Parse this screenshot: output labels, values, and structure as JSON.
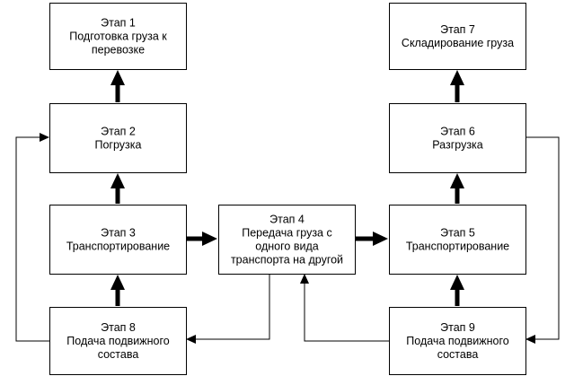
{
  "stages": [
    {
      "id": "s1",
      "lines": [
        "Этап 1",
        "Подготовка груза к",
        "перевозке"
      ]
    },
    {
      "id": "s2",
      "lines": [
        "Этап 2",
        "Погрузка"
      ]
    },
    {
      "id": "s3",
      "lines": [
        "Этап 3",
        "Транспортирование"
      ]
    },
    {
      "id": "s4",
      "lines": [
        "Этап 4",
        "Передача груза с",
        "одного вида",
        "транспорта на другой"
      ]
    },
    {
      "id": "s5",
      "lines": [
        "Этап 5",
        "Транспортирование"
      ]
    },
    {
      "id": "s6",
      "lines": [
        "Этап 6",
        "Разгрузка"
      ]
    },
    {
      "id": "s7",
      "lines": [
        "Этап 7",
        "Складирование груза"
      ]
    },
    {
      "id": "s8",
      "lines": [
        "Этап 8",
        "Подача подвижного",
        "состава"
      ]
    },
    {
      "id": "s9",
      "lines": [
        "Этап 9",
        "Подача подвижного",
        "состава"
      ]
    }
  ],
  "connections": [
    {
      "from": "s2",
      "to": "s1",
      "style": "thick"
    },
    {
      "from": "s3",
      "to": "s2",
      "style": "thick"
    },
    {
      "from": "s8",
      "to": "s3",
      "style": "thick"
    },
    {
      "from": "s3",
      "to": "s4",
      "style": "thick"
    },
    {
      "from": "s4",
      "to": "s5",
      "style": "thick"
    },
    {
      "from": "s5",
      "to": "s6",
      "style": "thick"
    },
    {
      "from": "s6",
      "to": "s7",
      "style": "thick"
    },
    {
      "from": "s9",
      "to": "s5",
      "style": "thick"
    },
    {
      "from": "s8",
      "to": "s2",
      "style": "thin"
    },
    {
      "from": "s4",
      "to": "s8",
      "style": "thin"
    },
    {
      "from": "s9",
      "to": "s4",
      "style": "thin"
    },
    {
      "from": "s6",
      "to": "s9",
      "style": "thin"
    }
  ]
}
